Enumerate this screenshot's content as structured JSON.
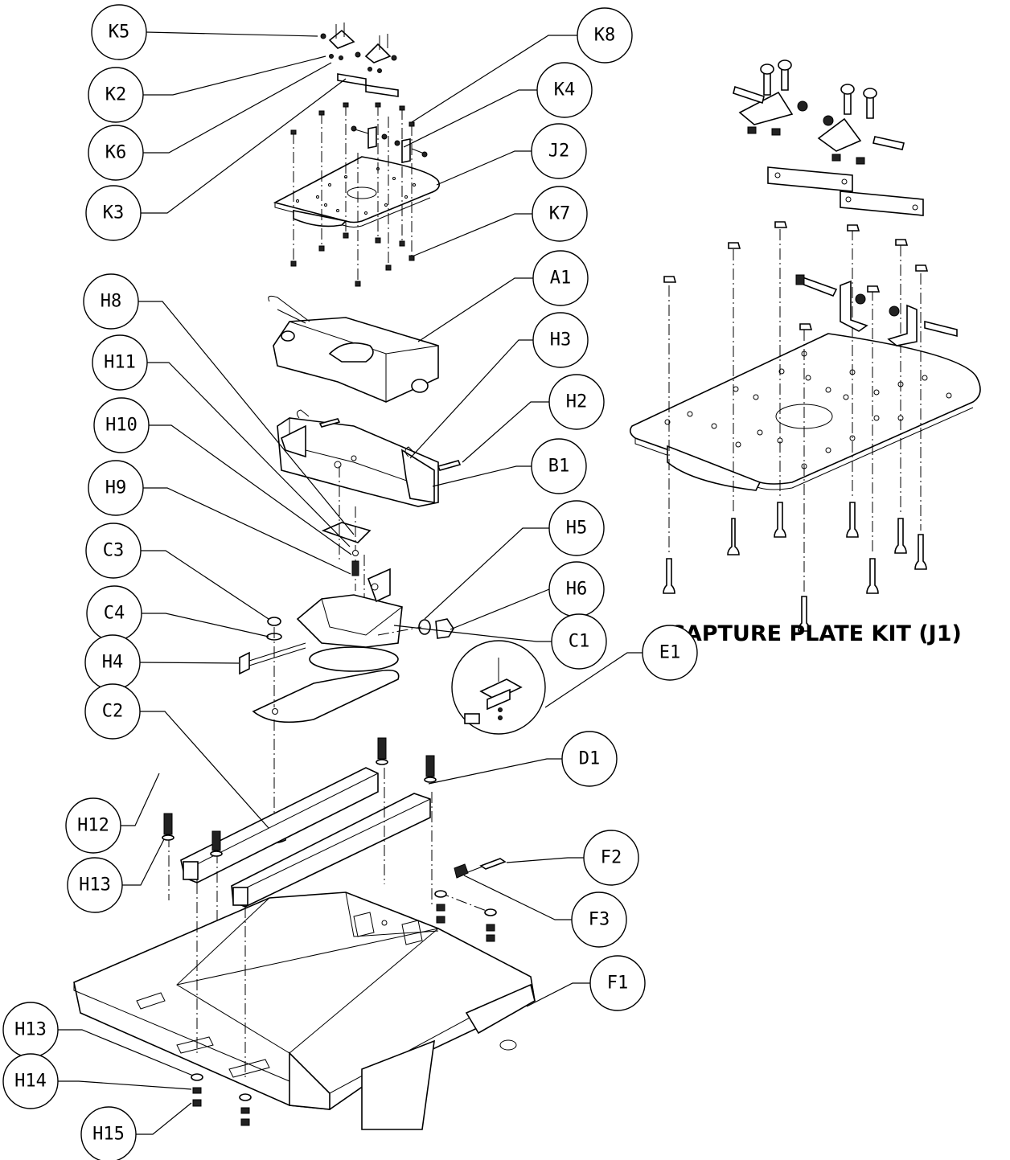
{
  "kit_title": "CAPTURE PLATE KIT (J1)",
  "callouts": [
    {
      "id": "K5"
    },
    {
      "id": "K2"
    },
    {
      "id": "K6"
    },
    {
      "id": "K3"
    },
    {
      "id": "K8"
    },
    {
      "id": "K4"
    },
    {
      "id": "J2"
    },
    {
      "id": "K7"
    },
    {
      "id": "A1"
    },
    {
      "id": "H8"
    },
    {
      "id": "H11"
    },
    {
      "id": "H10"
    },
    {
      "id": "H3"
    },
    {
      "id": "H2"
    },
    {
      "id": "B1"
    },
    {
      "id": "H9"
    },
    {
      "id": "H5"
    },
    {
      "id": "C3"
    },
    {
      "id": "H6"
    },
    {
      "id": "C4"
    },
    {
      "id": "C1"
    },
    {
      "id": "H4"
    },
    {
      "id": "C2"
    },
    {
      "id": "E1"
    },
    {
      "id": "D1"
    },
    {
      "id": "H12"
    },
    {
      "id": "H13"
    },
    {
      "id": "F2"
    },
    {
      "id": "F3"
    },
    {
      "id": "F1"
    },
    {
      "id": "H13"
    },
    {
      "id": "H14"
    },
    {
      "id": "H15"
    }
  ]
}
